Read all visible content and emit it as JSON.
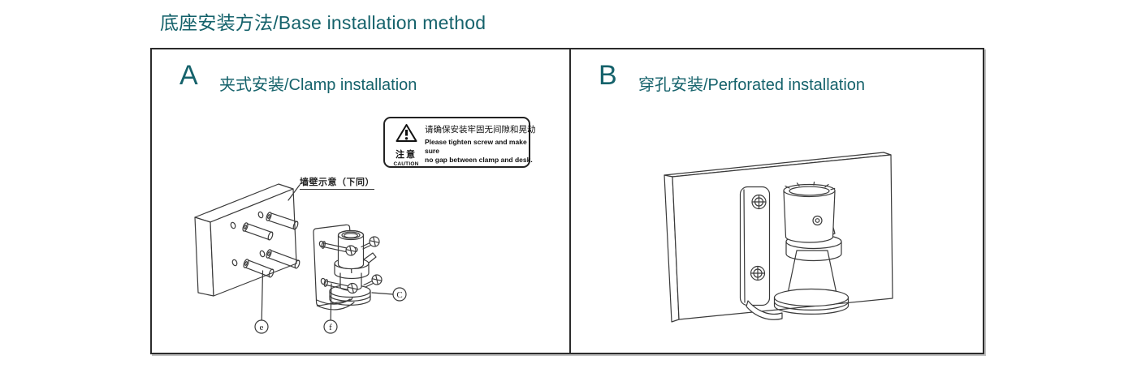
{
  "page": {
    "title": "底座安装方法/Base installation method"
  },
  "colors": {
    "accent_teal": "#15626B",
    "line_art": "#3a3a3a",
    "box_border": "#2b2b2b"
  },
  "panel_a": {
    "letter": "A",
    "title": "夹式安装/Clamp installation",
    "caution": {
      "cn_label": "注意",
      "en_label": "CAUTION",
      "text_cn": "请确保安装牢固无间隙和晃动",
      "text_en_1": "Please tighten screw and make sure",
      "text_en_2": "no gap between clamp and desk."
    },
    "wall_note": "墙壁示意（下同）",
    "callouts": {
      "e": "e",
      "f": "f",
      "c": "C"
    }
  },
  "panel_b": {
    "letter": "B",
    "title": "穿孔安装/Perforated installation"
  }
}
